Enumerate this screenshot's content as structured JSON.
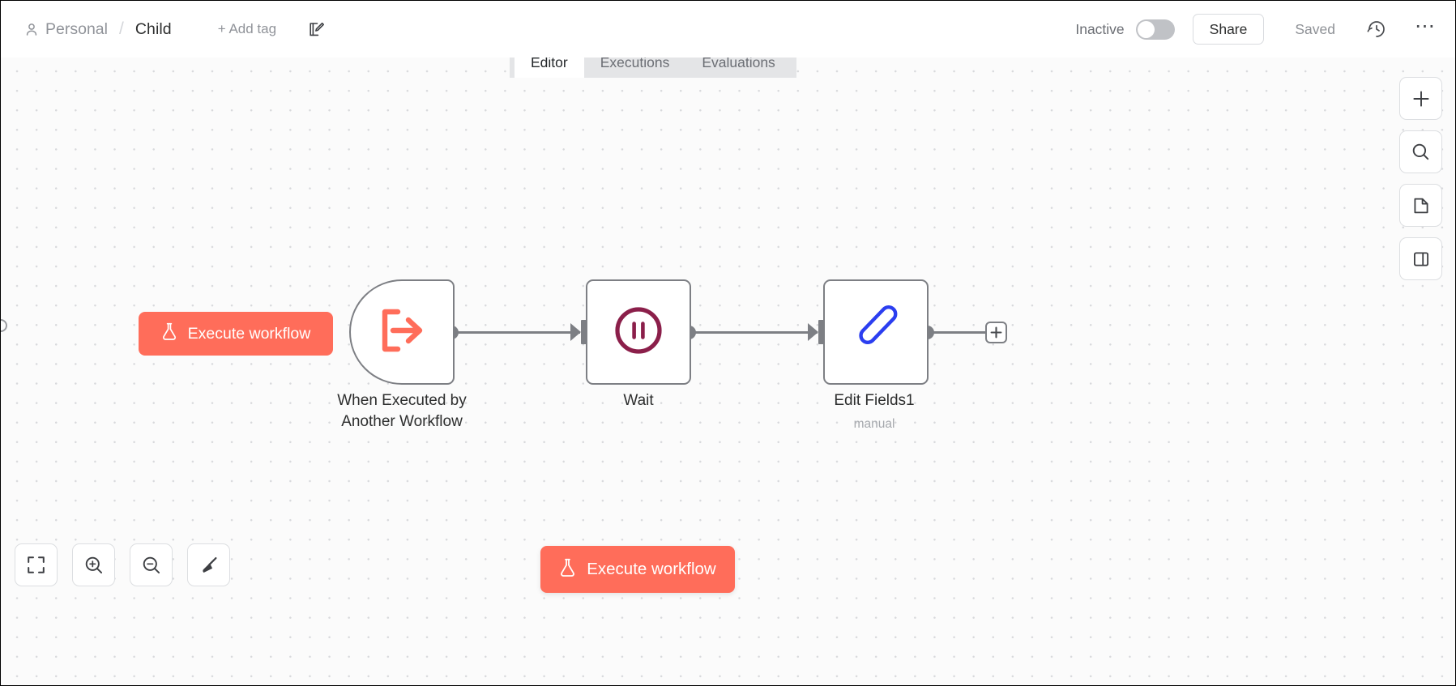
{
  "header": {
    "project_label": "Personal",
    "separator": "/",
    "workflow_name": "Child",
    "add_tag_label": "+ Add tag",
    "edit_note_icon": "note-edit-icon",
    "person_icon": "person-icon",
    "active_state_label": "Inactive",
    "share_label": "Share",
    "saved_label": "Saved",
    "history_icon": "history-clock-icon",
    "more_icon": "ellipsis-icon"
  },
  "tabs": [
    {
      "label": "Editor",
      "active": true
    },
    {
      "label": "Executions",
      "active": false
    },
    {
      "label": "Evaluations",
      "active": false
    }
  ],
  "canvas": {
    "execute_node_button_label": "Execute workflow",
    "execute_bottom_button_label": "Execute workflow",
    "execute_icon": "flask-icon",
    "add_node_endpoint_icon": "plus-icon",
    "nodes": [
      {
        "id": "trigger",
        "name": "When Executed by\nAnother Workflow",
        "subtitle": "",
        "icon": "execute-arrow-out-icon",
        "icon_color": "#ff6d5a",
        "shape": "trigger"
      },
      {
        "id": "wait",
        "name": "Wait",
        "subtitle": "",
        "icon": "pause-circle-icon",
        "icon_color": "#8b1f4a",
        "shape": "square"
      },
      {
        "id": "edit-fields",
        "name": "Edit Fields1",
        "subtitle": "manual",
        "icon": "pen-icon",
        "icon_color": "#2b3ef0",
        "shape": "square"
      }
    ]
  },
  "bottom_toolbar": [
    {
      "name": "fit-view-button",
      "icon": "fit-screen-icon"
    },
    {
      "name": "zoom-in-button",
      "icon": "zoom-in-icon"
    },
    {
      "name": "zoom-out-button",
      "icon": "zoom-out-icon"
    },
    {
      "name": "tidy-up-button",
      "icon": "broom-icon"
    }
  ],
  "right_toolbar": [
    {
      "name": "add-node-button",
      "icon": "plus-icon"
    },
    {
      "name": "search-nodes-button",
      "icon": "search-icon"
    },
    {
      "name": "add-sticky-note-button",
      "icon": "note-page-icon"
    },
    {
      "name": "toggle-panel-button",
      "icon": "side-panel-icon"
    }
  ],
  "colors": {
    "accent": "#ff6d5a",
    "canvas_bg": "#fbfbfb",
    "node_border": "#7d7f84",
    "wait_icon": "#8b1f4a",
    "pen_icon": "#2b3ef0"
  }
}
